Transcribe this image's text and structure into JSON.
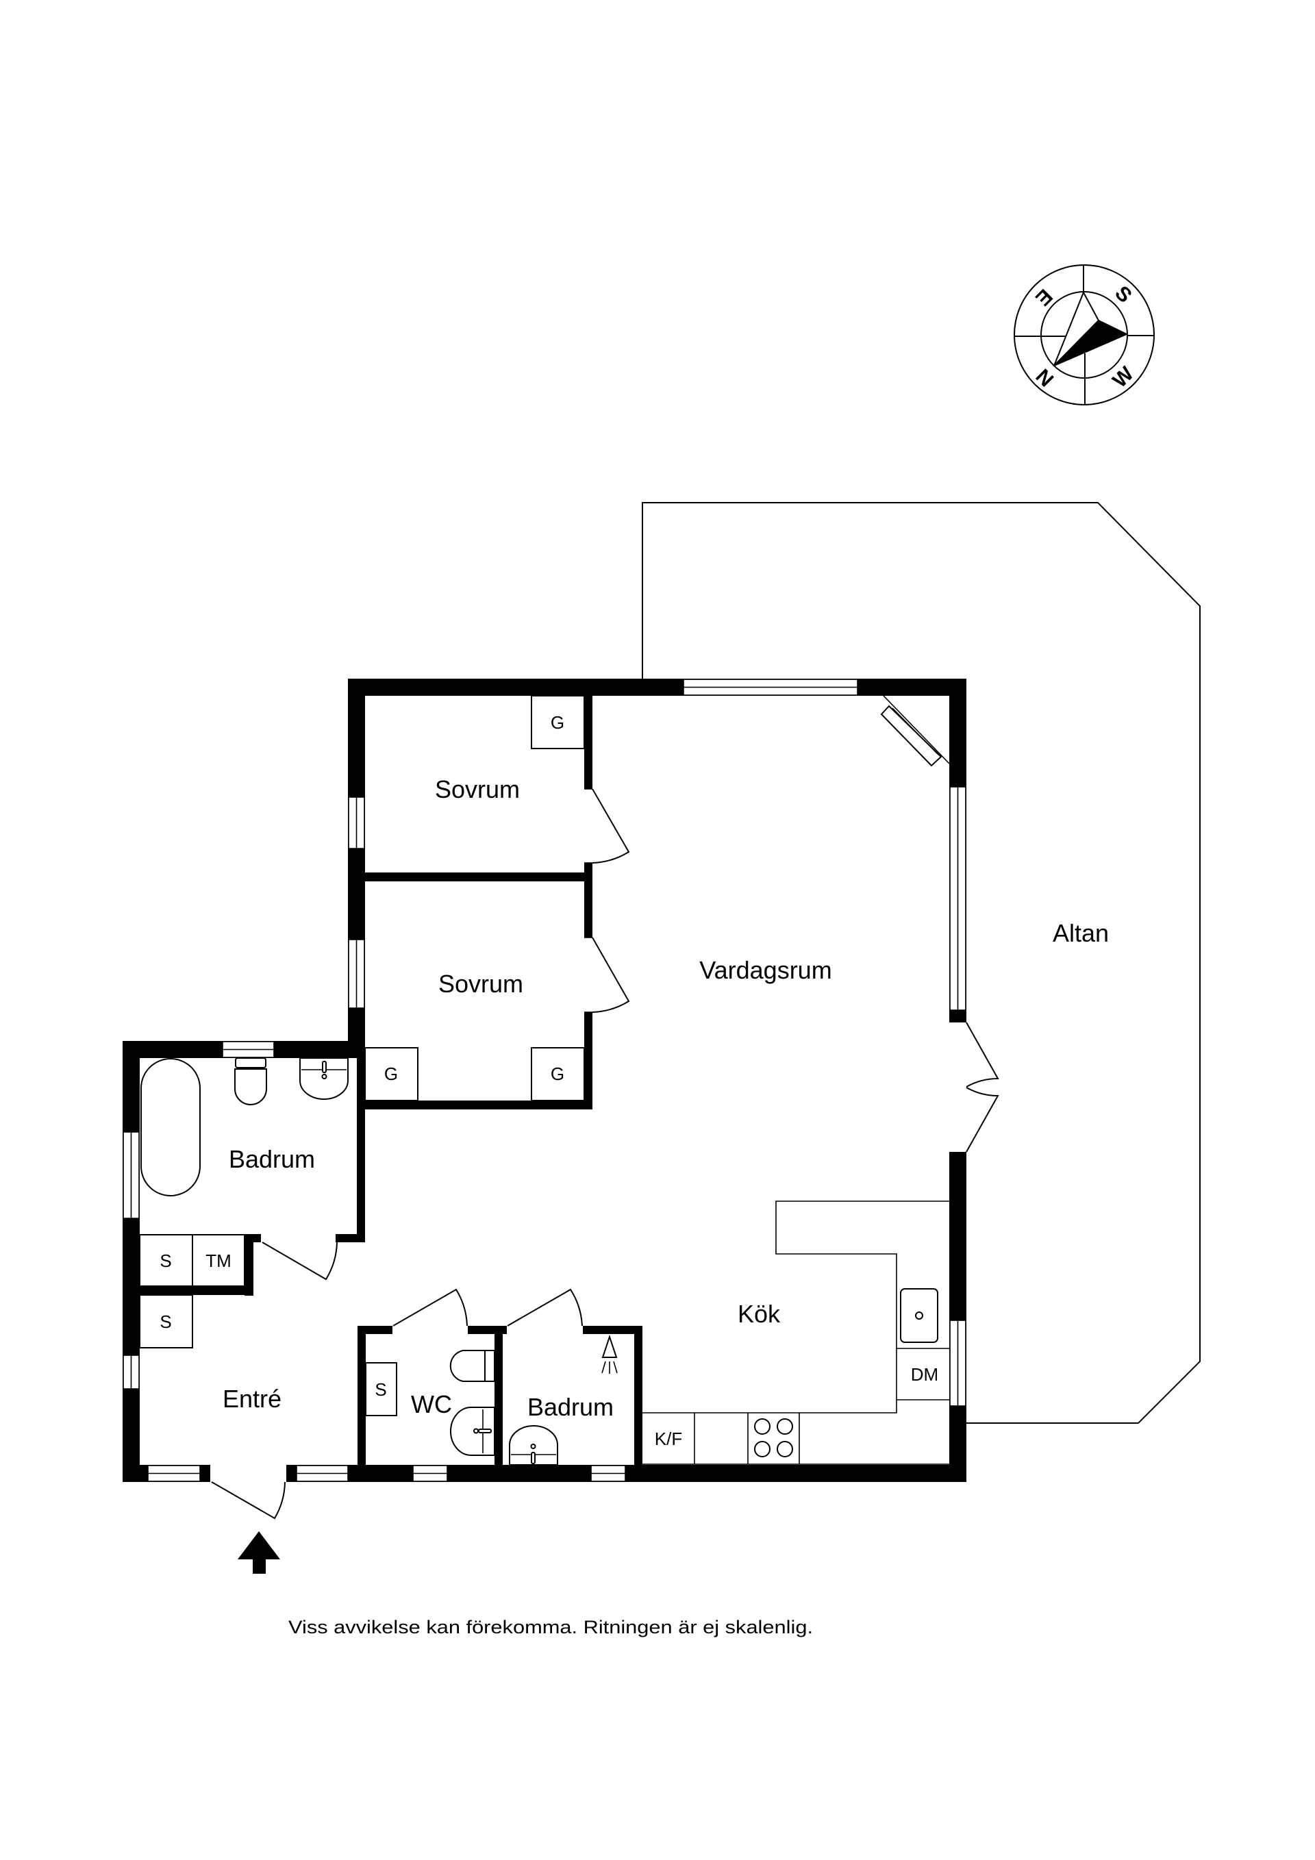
{
  "plan": {
    "rooms": {
      "bedroom_1": "Sovrum",
      "bedroom_2": "Sovrum",
      "living_room": "Vardagsrum",
      "bathroom_main": "Badrum",
      "entrance": "Entré",
      "wc": "WC",
      "bathroom_small": "Badrum",
      "kitchen": "Kök",
      "terrace": "Altan"
    },
    "fixtures": {
      "wardrobe_bedroom_1": "G",
      "wardrobe_bedroom_2_left": "G",
      "wardrobe_bedroom_2_right": "G",
      "storage_bathroom": "S",
      "washing_machine": "TM",
      "storage_entrance": "S",
      "storage_wc": "S",
      "fridge_freezer": "K/F",
      "dishwasher": "DM"
    },
    "entrance_arrow_icon": "arrow-up-icon"
  },
  "compass": {
    "icon": "compass-rose-icon",
    "letters": {
      "north": "N",
      "east": "E",
      "south": "S",
      "west": "W"
    }
  },
  "footer": {
    "disclaimer": "Viss avvikelse kan förekomma. Ritningen är ej skalenlig."
  }
}
